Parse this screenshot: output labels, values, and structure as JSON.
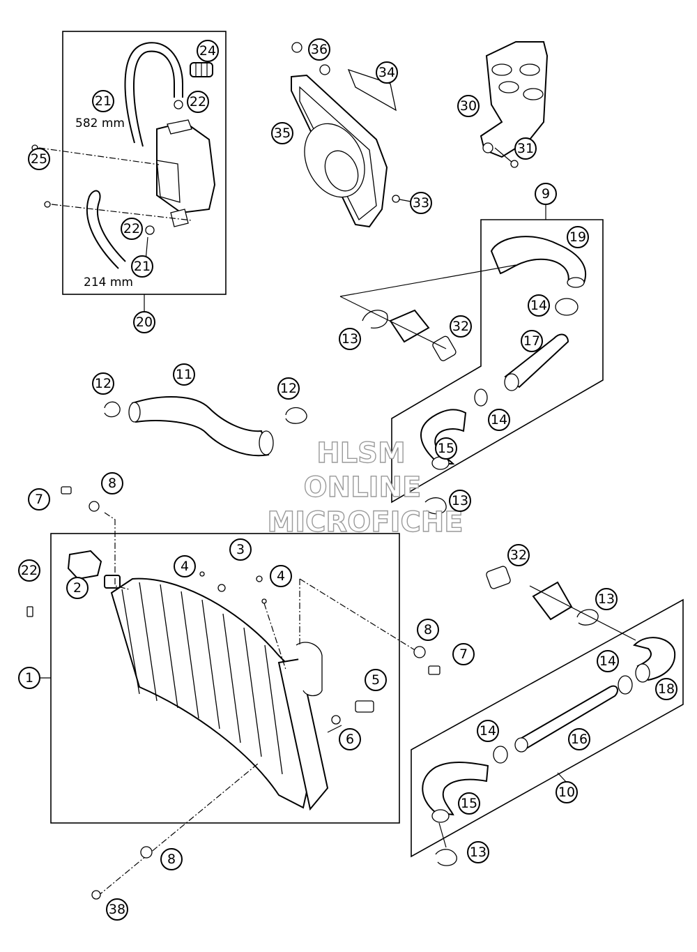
{
  "callouts": {
    "c1": "1",
    "c2": "2",
    "c3": "3",
    "c4a": "4",
    "c4b": "4",
    "c5": "5",
    "c6": "6",
    "c7a": "7",
    "c7b": "7",
    "c8a": "8",
    "c8b": "8",
    "c8c": "8",
    "c9": "9",
    "c10": "10",
    "c11": "11",
    "c12a": "12",
    "c12b": "12",
    "c13a": "13",
    "c13b": "13",
    "c13c": "13",
    "c13d": "13",
    "c14a": "14",
    "c14b": "14",
    "c14c": "14",
    "c14d": "14",
    "c15a": "15",
    "c15b": "15",
    "c16": "16",
    "c17": "17",
    "c18": "18",
    "c19": "19",
    "c20": "20",
    "c21a": "21",
    "c21b": "21",
    "c22a": "22",
    "c22b": "22",
    "c22c": "22",
    "c24": "24",
    "c25": "25",
    "c30": "30",
    "c31": "31",
    "c32a": "32",
    "c32b": "32",
    "c33": "33",
    "c34": "34",
    "c35": "35",
    "c36": "36",
    "c38": "38"
  },
  "dimensions": {
    "hose_long": "582 mm",
    "hose_short": "214 mm"
  },
  "watermark": {
    "line1": "HLSM",
    "line2": "ONLINE",
    "line3": "MICROFICHE"
  }
}
